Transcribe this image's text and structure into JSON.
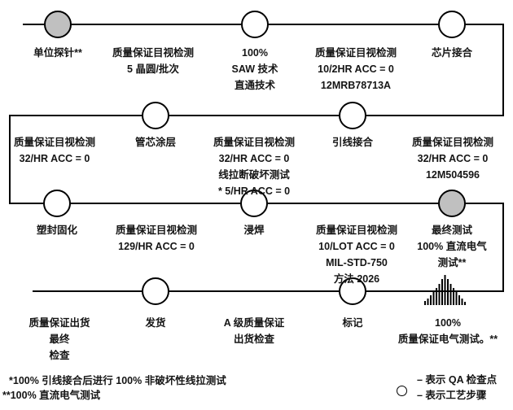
{
  "colors": {
    "background": "#ffffff",
    "line": "#000000",
    "text": "#151515",
    "qa_point_fill": "#c0c0c0",
    "process_step_fill": "#ffffff"
  },
  "nodes": {
    "r1a": [
      "单位探针**"
    ],
    "r1b": [
      "质量保证目视检测",
      "5 晶圆/批次"
    ],
    "r1c": [
      "100%",
      "SAW 技术",
      "直通技术"
    ],
    "r1d": [
      "质量保证目视检测",
      "10/2HR ACC = 0",
      "12MRB78713A"
    ],
    "r1e": [
      "芯片接合"
    ],
    "r2a": [
      "质量保证目视检测",
      "32/HR ACC = 0"
    ],
    "r2b": [
      "管芯涂层"
    ],
    "r2c": [
      "质量保证目视检测",
      "32/HR ACC = 0",
      "线拉断破坏测试",
      "* 5/HR ACC = 0"
    ],
    "r2d": [
      "引线接合"
    ],
    "r2e": [
      "质量保证目视检测",
      "32/HR ACC = 0",
      "12M504596"
    ],
    "r3a": [
      "塑封固化"
    ],
    "r3b": [
      "质量保证目视检测",
      "129/HR ACC = 0"
    ],
    "r3c": [
      "浸焊"
    ],
    "r3d": [
      "质量保证目视检测",
      "10/LOT ACC = 0",
      "MIL-STD-750",
      "方法 2026"
    ],
    "r3e": [
      "最终测试",
      "100% 直流电气",
      "测试**"
    ],
    "r4a": [
      "质量保证出货",
      "最终",
      "检查"
    ],
    "r4b": [
      "发货"
    ],
    "r4c": [
      "A 级质量保证",
      "出货检查"
    ],
    "r4d": [
      "标记"
    ],
    "r4e": [
      "100%",
      "质量保证电气测试。**"
    ]
  },
  "footnotes": {
    "line1": "*100% 引线接合后进行 100% 非破坏性线拉测试",
    "line2": "**100% 直流电气测试"
  },
  "legend": {
    "qa": "– 表示 QA 检查点",
    "step": "– 表示工艺步骤"
  }
}
